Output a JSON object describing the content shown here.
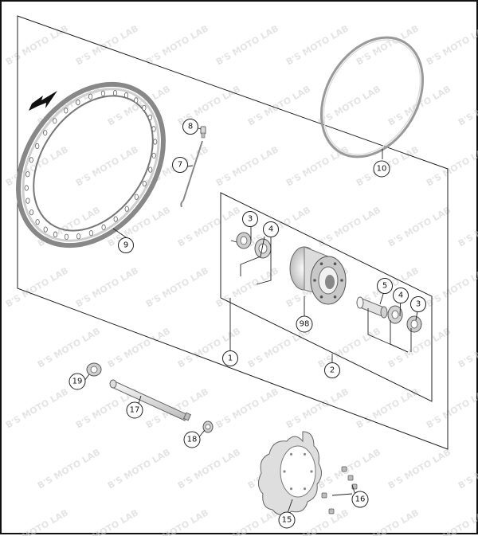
{
  "watermark": {
    "text": "B'S MOTO LAB"
  },
  "callouts": [
    {
      "id": "c1",
      "label": "1"
    },
    {
      "id": "c2",
      "label": "2"
    },
    {
      "id": "c3a",
      "label": "3"
    },
    {
      "id": "c3b",
      "label": "3"
    },
    {
      "id": "c4a",
      "label": "4"
    },
    {
      "id": "c4b",
      "label": "4"
    },
    {
      "id": "c5",
      "label": "5"
    },
    {
      "id": "c7",
      "label": "7"
    },
    {
      "id": "c8",
      "label": "8"
    },
    {
      "id": "c9",
      "label": "9"
    },
    {
      "id": "c10",
      "label": "10"
    },
    {
      "id": "c15",
      "label": "15"
    },
    {
      "id": "c16",
      "label": "16"
    },
    {
      "id": "c17",
      "label": "17"
    },
    {
      "id": "c18",
      "label": "18"
    },
    {
      "id": "c19",
      "label": "19"
    },
    {
      "id": "c98",
      "label": "98"
    }
  ]
}
